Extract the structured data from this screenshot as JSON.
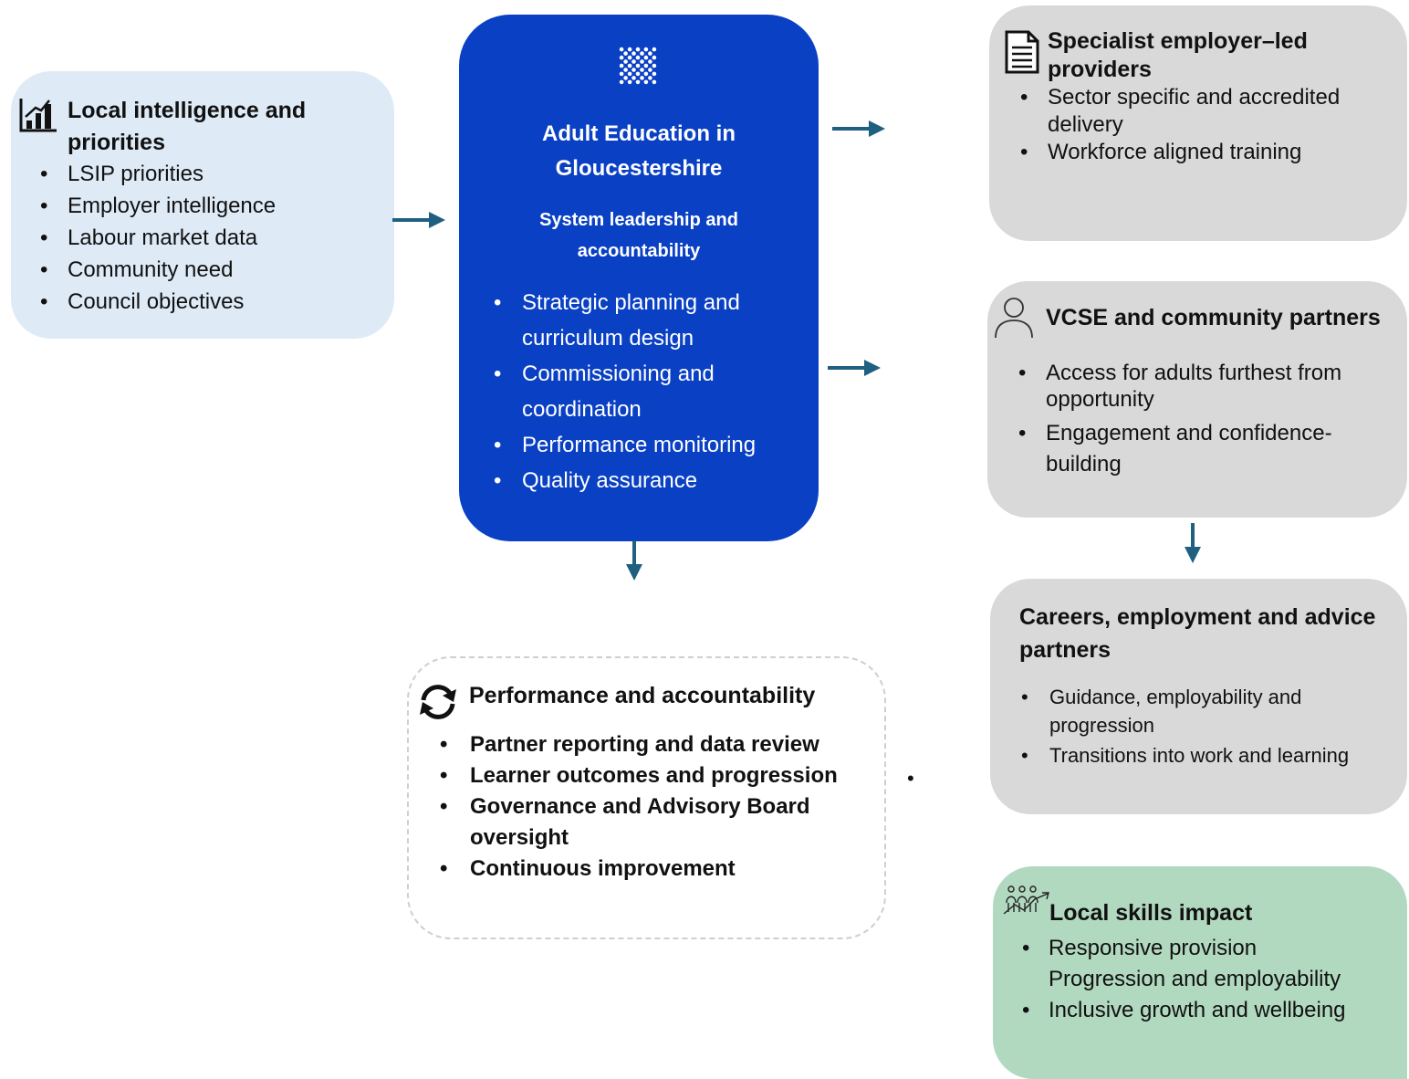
{
  "colors": {
    "local_bg": "#deeaf6",
    "central_bg": "#0a40c4",
    "grey_bg": "#d9d9d9",
    "impact_bg": "#b1d9bf",
    "arrow": "#1f5f7f"
  },
  "local": {
    "icon": "bar-chart-icon",
    "title": "Local intelligence and priorities",
    "items": [
      "LSIP priorities",
      "Employer intelligence",
      "Labour market data",
      "Community need",
      "Council objectives"
    ]
  },
  "central": {
    "icon": "diamond-dots-logo-icon",
    "title": "Adult Education in Gloucestershire",
    "subtitle": "System leadership and accountability",
    "items": [
      "Strategic planning and curriculum design",
      "Commissioning and coordination",
      "Performance monitoring",
      "Quality assurance"
    ]
  },
  "specialist": {
    "icon": "document-icon",
    "title": "Specialist employer–led providers",
    "items": [
      "Sector specific and accredited delivery",
      "Workforce aligned training"
    ]
  },
  "vcse": {
    "icon": "person-icon",
    "title": "VCSE and community partners",
    "items": [
      "Access for adults furthest from opportunity",
      "Engagement and confidence-building"
    ]
  },
  "careers": {
    "title": "Careers, employment and advice partners",
    "items": [
      "Guidance, employability and progression",
      "Transitions into work and learning"
    ]
  },
  "impact": {
    "icon": "people-growth-icon",
    "title": "Local skills impact",
    "items": [
      "Responsive provision",
      "Progression and employability",
      "Inclusive growth and wellbeing"
    ]
  },
  "performance": {
    "icon": "refresh-cycle-icon",
    "title": "Performance and accountability",
    "items": [
      "Partner reporting and data review",
      "Learner outcomes and progression",
      "Governance and Advisory Board oversight",
      "Continuous improvement"
    ]
  }
}
